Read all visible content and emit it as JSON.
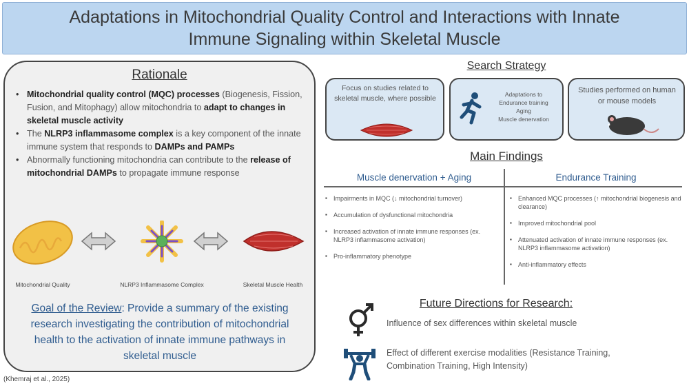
{
  "title": {
    "line1": "Adaptations in Mitochondrial Quality Control and Interactions with Innate",
    "line2": "Immune Signaling within Skeletal Muscle"
  },
  "rationale": {
    "title": "Rationale",
    "b1_a": "Mitochondrial quality control (MQC) processes",
    "b1_b": " (Biogenesis, Fission, Fusion, and Mitophagy) allow mitochondria to ",
    "b1_c": "adapt to changes in skeletal muscle activity",
    "b2_a": "The ",
    "b2_b": "NLRP3 inflammasome complex",
    "b2_c": " is a key component of the innate immune system that responds to ",
    "b2_d": "DAMPs and PAMPs",
    "b3_a": "Abnormally functioning mitochondria can contribute to the ",
    "b3_b": "release of mitochondrial DAMPs",
    "b3_c": " to propagate immune response",
    "cap1": "Mitochondrial Quality",
    "cap2": "NLRP3 Inflammasome Complex",
    "cap3": "Skeletal Muscle Health",
    "goal_label": "Goal of the Review",
    "goal_text": ": Provide a summary of the existing research investigating the contribution of mitochondrial health to the activation of innate immune pathways in skeletal muscle"
  },
  "citation": "(Khemraj et al., 2025)",
  "search": {
    "title": "Search Strategy",
    "box1": "Focus on studies related to skeletal muscle, where possible",
    "box2_l1": "Adaptations to",
    "box2_l2": "Endurance training",
    "box2_l3": "Aging",
    "box2_l4": "Muscle denervation",
    "box3": "Studies performed on human or mouse models"
  },
  "findings": {
    "title": "Main Findings",
    "left_head": "Muscle denervation + Aging",
    "right_head": "Endurance Training",
    "left": [
      "Impairments in MQC (↓ mitochondrial turnover)",
      "Accumulation of dysfunctional mitochondria",
      "Increased activation of innate immune responses (ex. NLRP3 inflammasome activation)",
      "Pro-inflammatory phenotype"
    ],
    "right": [
      "Enhanced MQC processes (↑ mitochondrial biogenesis and clearance)",
      "Improved mitochondrial pool",
      "Attenuated activation of innate immune responses (ex. NLRP3 inflammasome activation)",
      "Anti-inflammatory effects"
    ]
  },
  "future": {
    "title": "Future Directions for Research:",
    "item1": "Influence of sex differences within skeletal muscle",
    "item2_l1": "Effect of different exercise modalities (Resistance Training,",
    "item2_l2": "Combination Training, High Intensity)"
  },
  "colors": {
    "banner": "#bcd6f0",
    "panel": "#f0f0f0",
    "box": "#dbe8f4",
    "accent": "#2f5c8f",
    "muscle": "#c0302c",
    "mito": "#f2c146",
    "inflammasome": "#7b4fc4",
    "figure": "#1f4e79"
  },
  "icons": [
    "mitochondrion-icon",
    "double-arrow-icon",
    "inflammasome-icon",
    "muscle-icon",
    "runner-icon",
    "mouse-icon",
    "gender-icon",
    "weightlifter-icon"
  ]
}
